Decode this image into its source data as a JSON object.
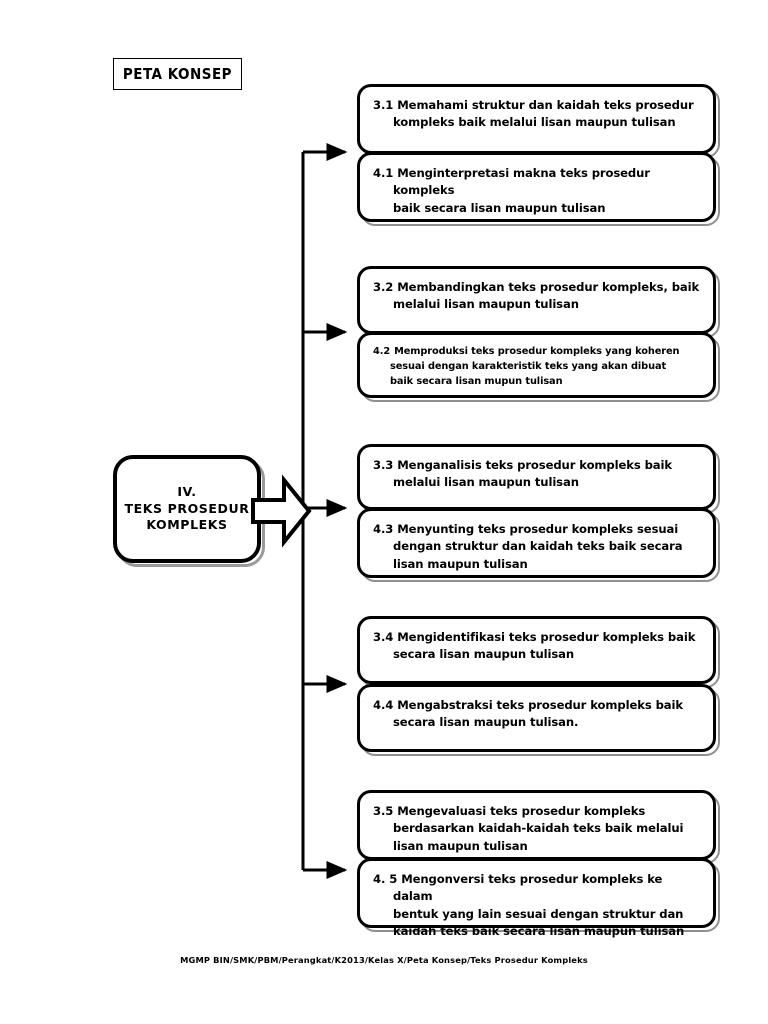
{
  "header": {
    "title": "PETA KONSEP"
  },
  "center_node": {
    "lines": [
      "IV.",
      "TEKS PROSEDUR",
      "KOMPLEKS"
    ],
    "arrow_icon": "block-arrow-right-icon"
  },
  "groups": [
    {
      "id": "group-1",
      "boxes": [
        {
          "code": "3.1",
          "lines": [
            "Memahami struktur  dan kaidah teks prosedur",
            "kompleks baik melalui lisan maupun tulisan"
          ]
        },
        {
          "code": "4.1",
          "lines": [
            "Menginterpretasi makna teks prosedur kompleks",
            "baik secara lisan maupun tulisan"
          ]
        }
      ]
    },
    {
      "id": "group-2",
      "boxes": [
        {
          "code": "3.2",
          "lines": [
            "Membandingkan teks prosedur kompleks, baik",
            "melalui lisan maupun tulisan"
          ]
        },
        {
          "code": "4.2",
          "lines": [
            "Memproduksi teks prosedur kompleks yang koheren",
            "sesuai dengan karakteristik teks yang akan dibuat",
            "baik secara lisan mupun  tulisan"
          ]
        }
      ]
    },
    {
      "id": "group-3",
      "boxes": [
        {
          "code": "3.3",
          "lines": [
            "Menganalisis teks  prosedur kompleks baik",
            "melalui lisan maupun tulisan"
          ]
        },
        {
          "code": "4.3",
          "lines": [
            "Menyunting teks prosedur kompleks sesuai",
            "dengan struktur dan kaidah teks baik secara",
            "lisan maupun tulisan"
          ]
        }
      ]
    },
    {
      "id": "group-4",
      "boxes": [
        {
          "code": "3.4",
          "lines": [
            "Mengidentifikasi teks prosedur kompleks baik",
            "secara lisan maupun tulisan"
          ]
        },
        {
          "code": "4.4",
          "lines": [
            "Mengabstraksi teks prosedur kompleks baik",
            "secara lisan maupun tulisan."
          ]
        }
      ]
    },
    {
      "id": "group-5",
      "boxes": [
        {
          "code": "3.5",
          "lines": [
            "Mengevaluasi teks prosedur kompleks",
            "berdasarkan kaidah-kaidah teks baik melalui",
            "lisan maupun tulisan"
          ]
        },
        {
          "code": "4. 5",
          "lines": [
            "Mengonversi teks prosedur kompleks ke dalam",
            "bentuk yang lain sesuai dengan struktur dan",
            "kaidah teks baik secara lisan maupun tulisan"
          ]
        }
      ]
    }
  ],
  "footer": {
    "text": "MGMP BIN/SMK/PBM/Perangkat/K2013/Kelas X/Peta Konsep/Teks Prosedur Kompleks"
  },
  "colors": {
    "ink": "#000000",
    "shadow": "#8f8f8f",
    "paper": "#ffffff"
  }
}
